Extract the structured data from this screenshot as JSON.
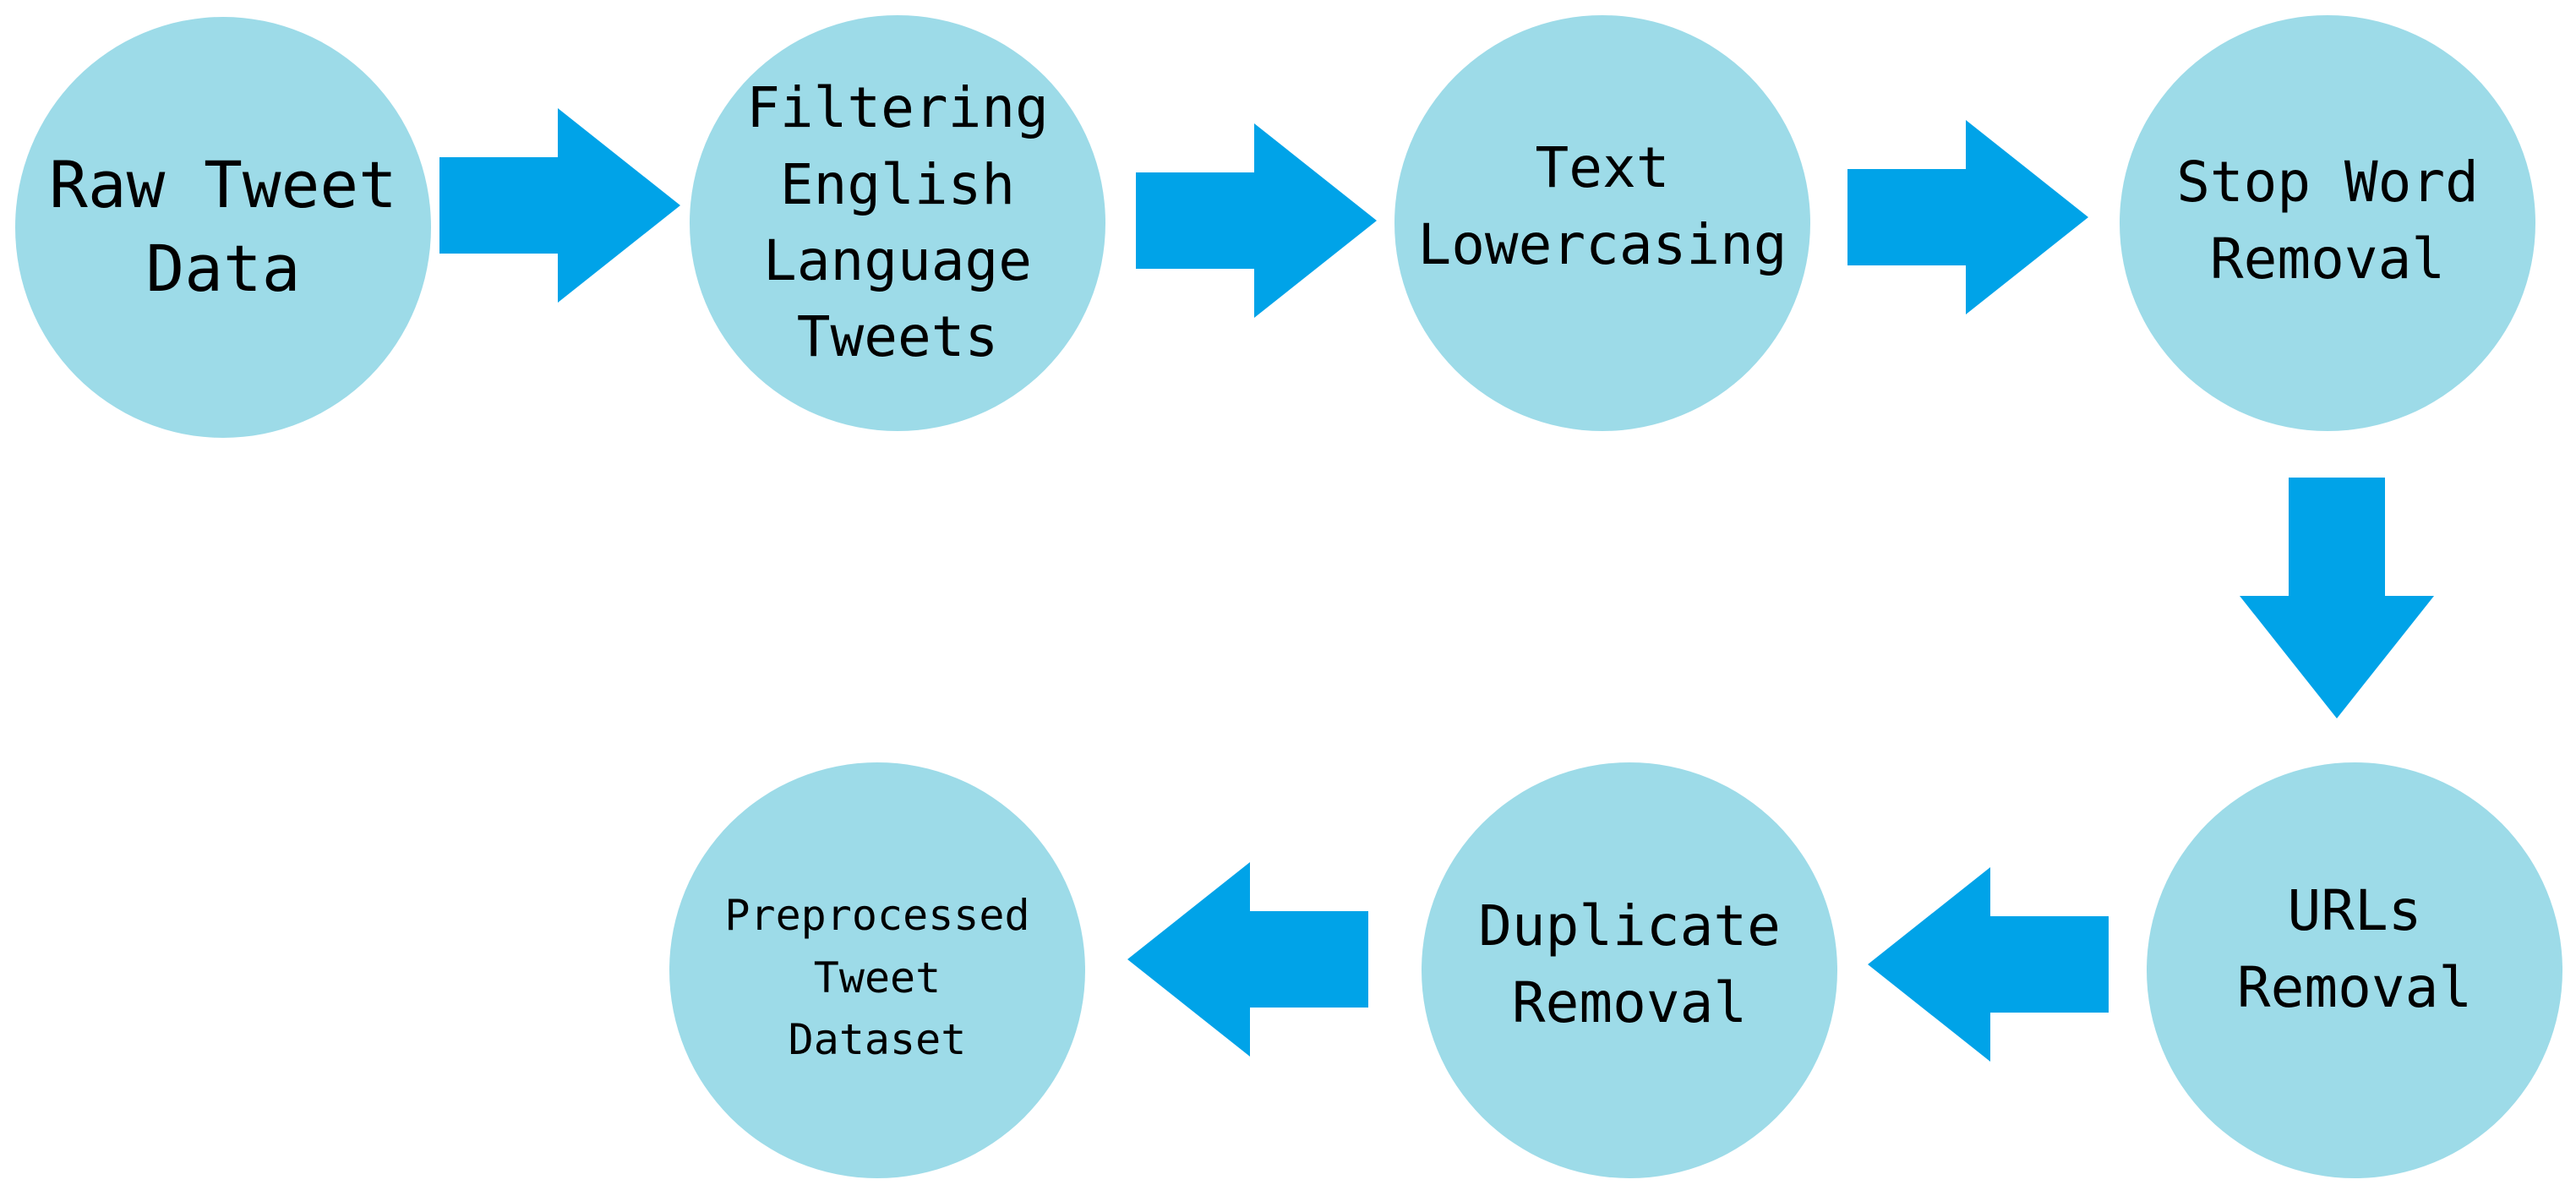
{
  "diagram": {
    "colors": {
      "node_fill": "#9ddbe8",
      "arrow_fill": "#00a3e8",
      "text": "#000000",
      "background": "#ffffff"
    },
    "nodes": [
      {
        "id": "raw-tweet-data",
        "lines": [
          "Raw Tweet",
          "Data"
        ]
      },
      {
        "id": "filtering-english",
        "lines": [
          "Filtering",
          "English",
          "Language",
          "Tweets"
        ]
      },
      {
        "id": "text-lowercasing",
        "lines": [
          "Text",
          "Lowercasing"
        ]
      },
      {
        "id": "stop-word-removal",
        "lines": [
          "Stop Word",
          "Removal"
        ]
      },
      {
        "id": "urls-removal",
        "lines": [
          "URLs",
          "Removal"
        ]
      },
      {
        "id": "duplicate-removal",
        "lines": [
          "Duplicate",
          "Removal"
        ]
      },
      {
        "id": "preprocessed-dataset",
        "lines": [
          "Preprocessed",
          "Tweet",
          "Dataset"
        ]
      }
    ],
    "edges": [
      {
        "from": "raw-tweet-data",
        "to": "filtering-english",
        "direction": "right"
      },
      {
        "from": "filtering-english",
        "to": "text-lowercasing",
        "direction": "right"
      },
      {
        "from": "text-lowercasing",
        "to": "stop-word-removal",
        "direction": "right"
      },
      {
        "from": "stop-word-removal",
        "to": "urls-removal",
        "direction": "down"
      },
      {
        "from": "urls-removal",
        "to": "duplicate-removal",
        "direction": "left"
      },
      {
        "from": "duplicate-removal",
        "to": "preprocessed-dataset",
        "direction": "left"
      }
    ]
  }
}
